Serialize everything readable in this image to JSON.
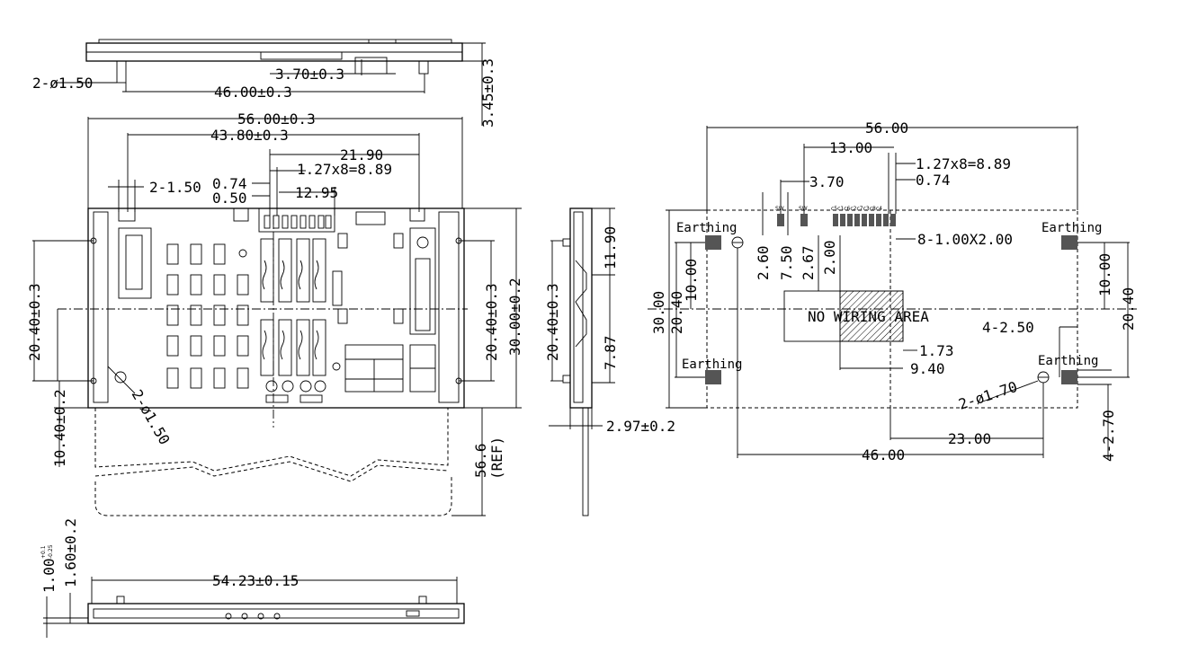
{
  "dims": {
    "pin_dia": "2-ø1.50",
    "top_370": "3.70±0.3",
    "top_4600": "46.00±0.3",
    "h_345": "3.45±0.3",
    "w_5600": "56.00±0.3",
    "w_4380": "43.80±0.3",
    "w_2190": "21.90",
    "pitch": "1.27x8=8.89",
    "slot_150": "2-1.50",
    "d_074": "0.74",
    "d_050": "0.50",
    "d_1295": "12.95",
    "l_2040": "20.40±0.3",
    "l_1040": "10.40±0.2",
    "hole_150": "2-ø1.50",
    "r_2040": "20.40±0.3",
    "r_3000": "30.00±0.2",
    "ref_566": "56.6",
    "ref_label": "(REF)",
    "s_2040": "20.40±0.3",
    "s_1190": "11.90",
    "s_787": "7.87",
    "s_297": "2.97±0.2",
    "b_100": "1.00",
    "b_100_tol_plus": "+0.1",
    "b_100_tol_minus": "-0.25",
    "b_160": "1.60±0.2",
    "b_5423": "54.23±0.15"
  },
  "footprint": {
    "w_5600": "56.00",
    "f_1300": "13.00",
    "f_370": "3.70",
    "f_pitch": "1.27x8=8.89",
    "f_074": "0.74",
    "pads": "8-1.00X2.00",
    "f_260": "2.60",
    "f_750": "7.50",
    "f_267": "2.67",
    "f_200": "2.00",
    "f_1000_l": "10.00",
    "f_2040_l": "20.40",
    "f_3000": "30.00",
    "f_1000_r": "10.00",
    "f_2040_r": "20.40",
    "no_wiring": "NO WIRING AREA",
    "f_250": "4-2.50",
    "f_173": "1.73",
    "f_940": "9.40",
    "f_hole": "2-ø1.70",
    "f_2300": "23.00",
    "f_4600": "46.00",
    "f_270": "4-2.70",
    "earthing": "Earthing",
    "sw": "SW",
    "pin_labels": "c5c1c6c2c7c3c8c4"
  }
}
